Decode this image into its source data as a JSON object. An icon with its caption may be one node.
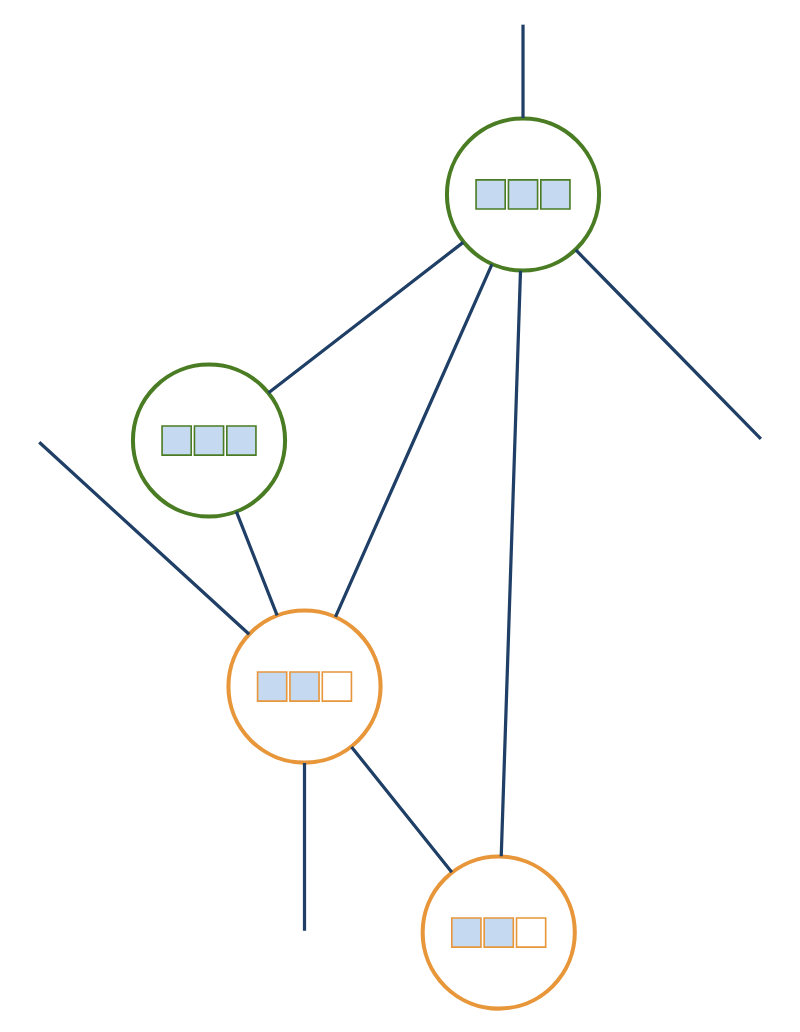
{
  "diagram": {
    "nodes": [
      {
        "text": [],
        "shape": "circle"
      },
      {
        "text": [],
        "shape": "circle"
      },
      {
        "text": [],
        "shape": "circle"
      },
      {
        "text": [],
        "shape": "circle"
      }
    ],
    "edges": [
      {
        "from": null,
        "to": 0,
        "arrow": "none"
      },
      {
        "from": 0,
        "to": null,
        "arrow": "none"
      },
      {
        "from": 0,
        "to": 1,
        "arrow": "none"
      },
      {
        "from": 0,
        "to": 3,
        "arrow": "none"
      },
      {
        "from": 0,
        "to": 2,
        "arrow": "none"
      },
      {
        "from": 1,
        "to": 3,
        "arrow": "none"
      },
      {
        "from": 3,
        "to": 2,
        "arrow": "none"
      },
      {
        "from": null,
        "to": 3,
        "arrow": "none"
      },
      {
        "from": 3,
        "to": null,
        "arrow": "none"
      }
    ]
  }
}
